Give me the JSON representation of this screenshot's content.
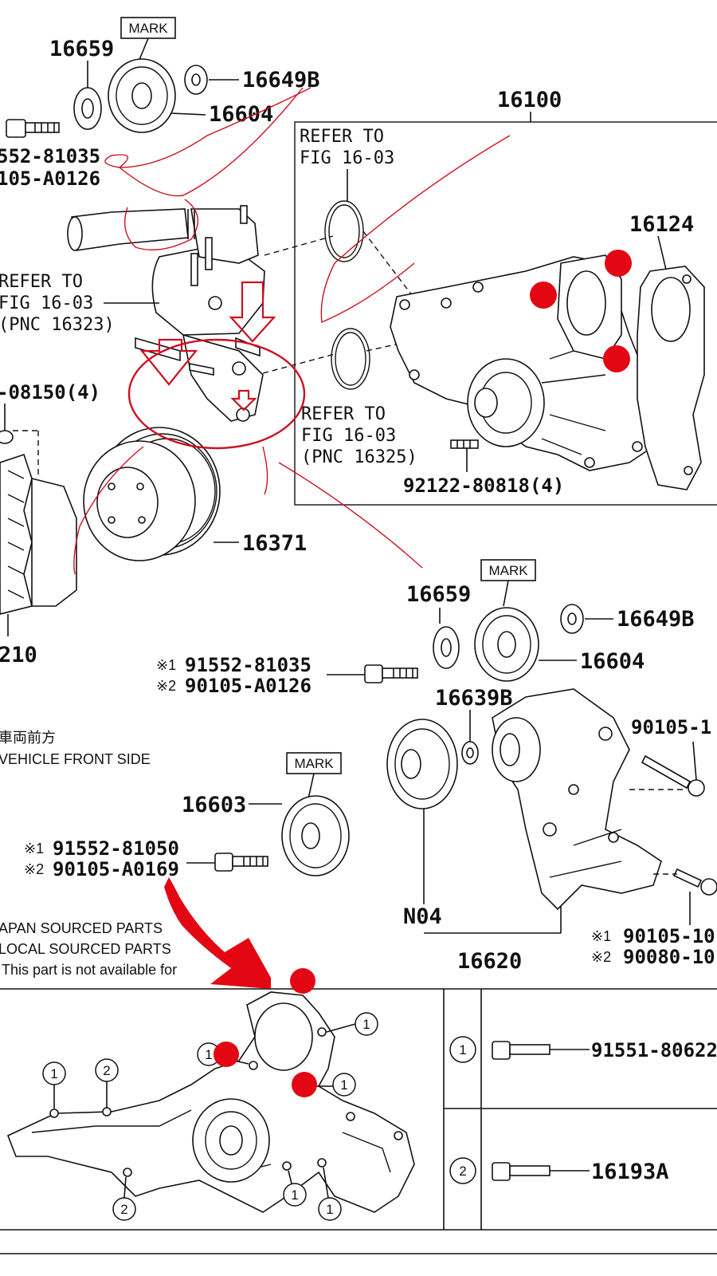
{
  "labels": {
    "p16659_top": "16659",
    "p16649b_top": "16649B",
    "p16604_top": "16604",
    "bolt_top_1": "552-81035",
    "bolt_top_2": "105-A0126",
    "p16100": "16100",
    "p16124": "16124",
    "refer1_line1": "REFER TO",
    "refer1_line2": "FIG 16-03",
    "refer_left_line1": "REFER TO",
    "refer_left_line2": "FIG 16-03",
    "refer_left_line3": "(PNC 16323)",
    "refer2_line1": "REFER TO",
    "refer2_line2": "FIG 16-03",
    "refer2_line3": "(PNC 16325)",
    "stud": "92122-80818(4)",
    "nut_left": "-08150(4)",
    "p16371": "16371",
    "p210": "210",
    "p16659_mid": "16659",
    "p16649b_mid": "16649B",
    "p16604_mid": "16604",
    "bolt_mid_1": "91552-81035",
    "bolt_mid_2": "90105-A0126",
    "p16639b": "16639B",
    "p90105_right": "90105-1",
    "jp_front": "車両前方",
    "vehicle_front": "VEHICLE FRONT SIDE",
    "p16603": "16603",
    "bolt_low_1": "91552-81050",
    "bolt_low_2": "90105-A0169",
    "pn04": "N04",
    "p16620": "16620",
    "bolt_br_1": "90105-10",
    "bolt_br_2": "90080-10",
    "legend_japan": "APAN SOURCED PARTS",
    "legend_local": "LOCAL SOURCED PARTS",
    "legend_notavail": "This part is not available for",
    "mark": "MARK",
    "ref1": "※1",
    "ref2": "※2"
  },
  "table": {
    "rows": [
      {
        "callout": "1",
        "part": "91551-80622"
      },
      {
        "callout": "2",
        "part": "16193A"
      }
    ]
  },
  "callouts": {
    "one": "1",
    "two": "2"
  },
  "colors": {
    "annotation_red": "#e30613",
    "line": "#111111"
  }
}
